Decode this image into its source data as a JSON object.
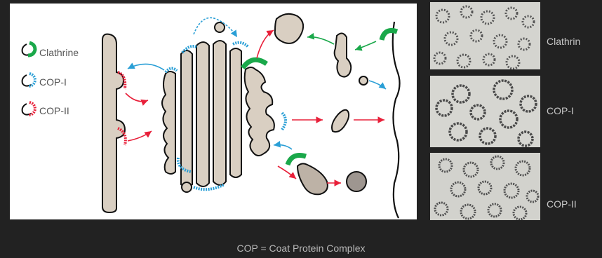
{
  "legend": [
    {
      "label": "Clathrine",
      "color": "#1aa84a"
    },
    {
      "label": "COP-I",
      "color": "#2a9fd6"
    },
    {
      "label": "COP-II",
      "color": "#e8203a"
    }
  ],
  "em_panels": [
    {
      "label": "Clathrin"
    },
    {
      "label": "COP-I"
    },
    {
      "label": "COP-II"
    }
  ],
  "caption": "COP = Coat Protein Complex",
  "colors": {
    "membrane_fill": "#d9cfc2",
    "outline": "#111111",
    "background": "#222222",
    "clathrin": "#1aa84a",
    "cop1": "#2a9fd6",
    "cop2": "#e8203a"
  }
}
